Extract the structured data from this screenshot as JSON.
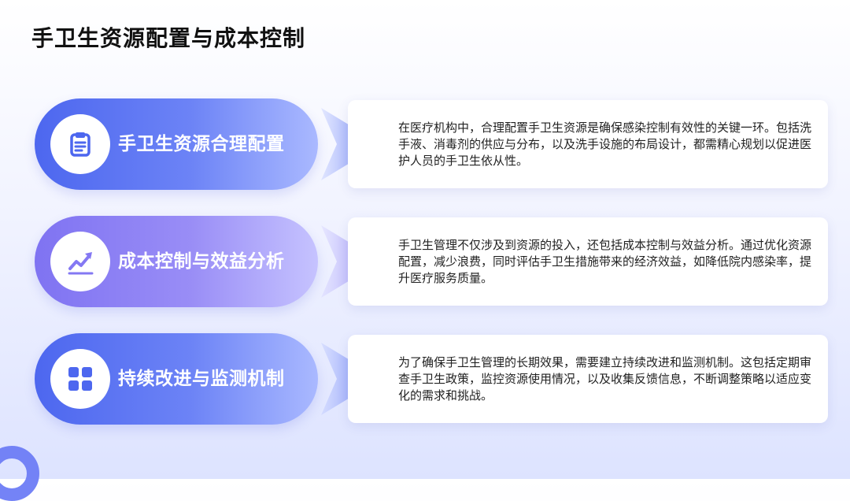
{
  "page_title": "手卫生资源配置与成本控制",
  "colors": {
    "primary_blue": "#4d67ef",
    "primary_purple": "#7f73f2",
    "background_tint": "#dde3ff",
    "card_background": "#ffffff"
  },
  "items": [
    {
      "title": "手卫生资源合理配置",
      "icon": "clipboard-icon",
      "text": "在医疗机构中，合理配置手卫生资源是确保感染控制有效性的关键一环。包括洗手液、消毒剂的供应与分布，以及洗手设施的布局设计，都需精心规划以促进医护人员的手卫生依从性。"
    },
    {
      "title": "成本控制与效益分析",
      "icon": "trend-chart-icon",
      "text": "手卫生管理不仅涉及到资源的投入，还包括成本控制与效益分析。通过优化资源配置，减少浪费，同时评估手卫生措施带来的经济效益，如降低院内感染率，提升医疗服务质量。"
    },
    {
      "title": "持续改进与监测机制",
      "icon": "grid-apps-icon",
      "text": "为了确保手卫生管理的长期效果，需要建立持续改进和监测机制。这包括定期审查手卫生政策，监控资源使用情况，以及收集反馈信息，不断调整策略以适应变化的需求和挑战。"
    }
  ]
}
